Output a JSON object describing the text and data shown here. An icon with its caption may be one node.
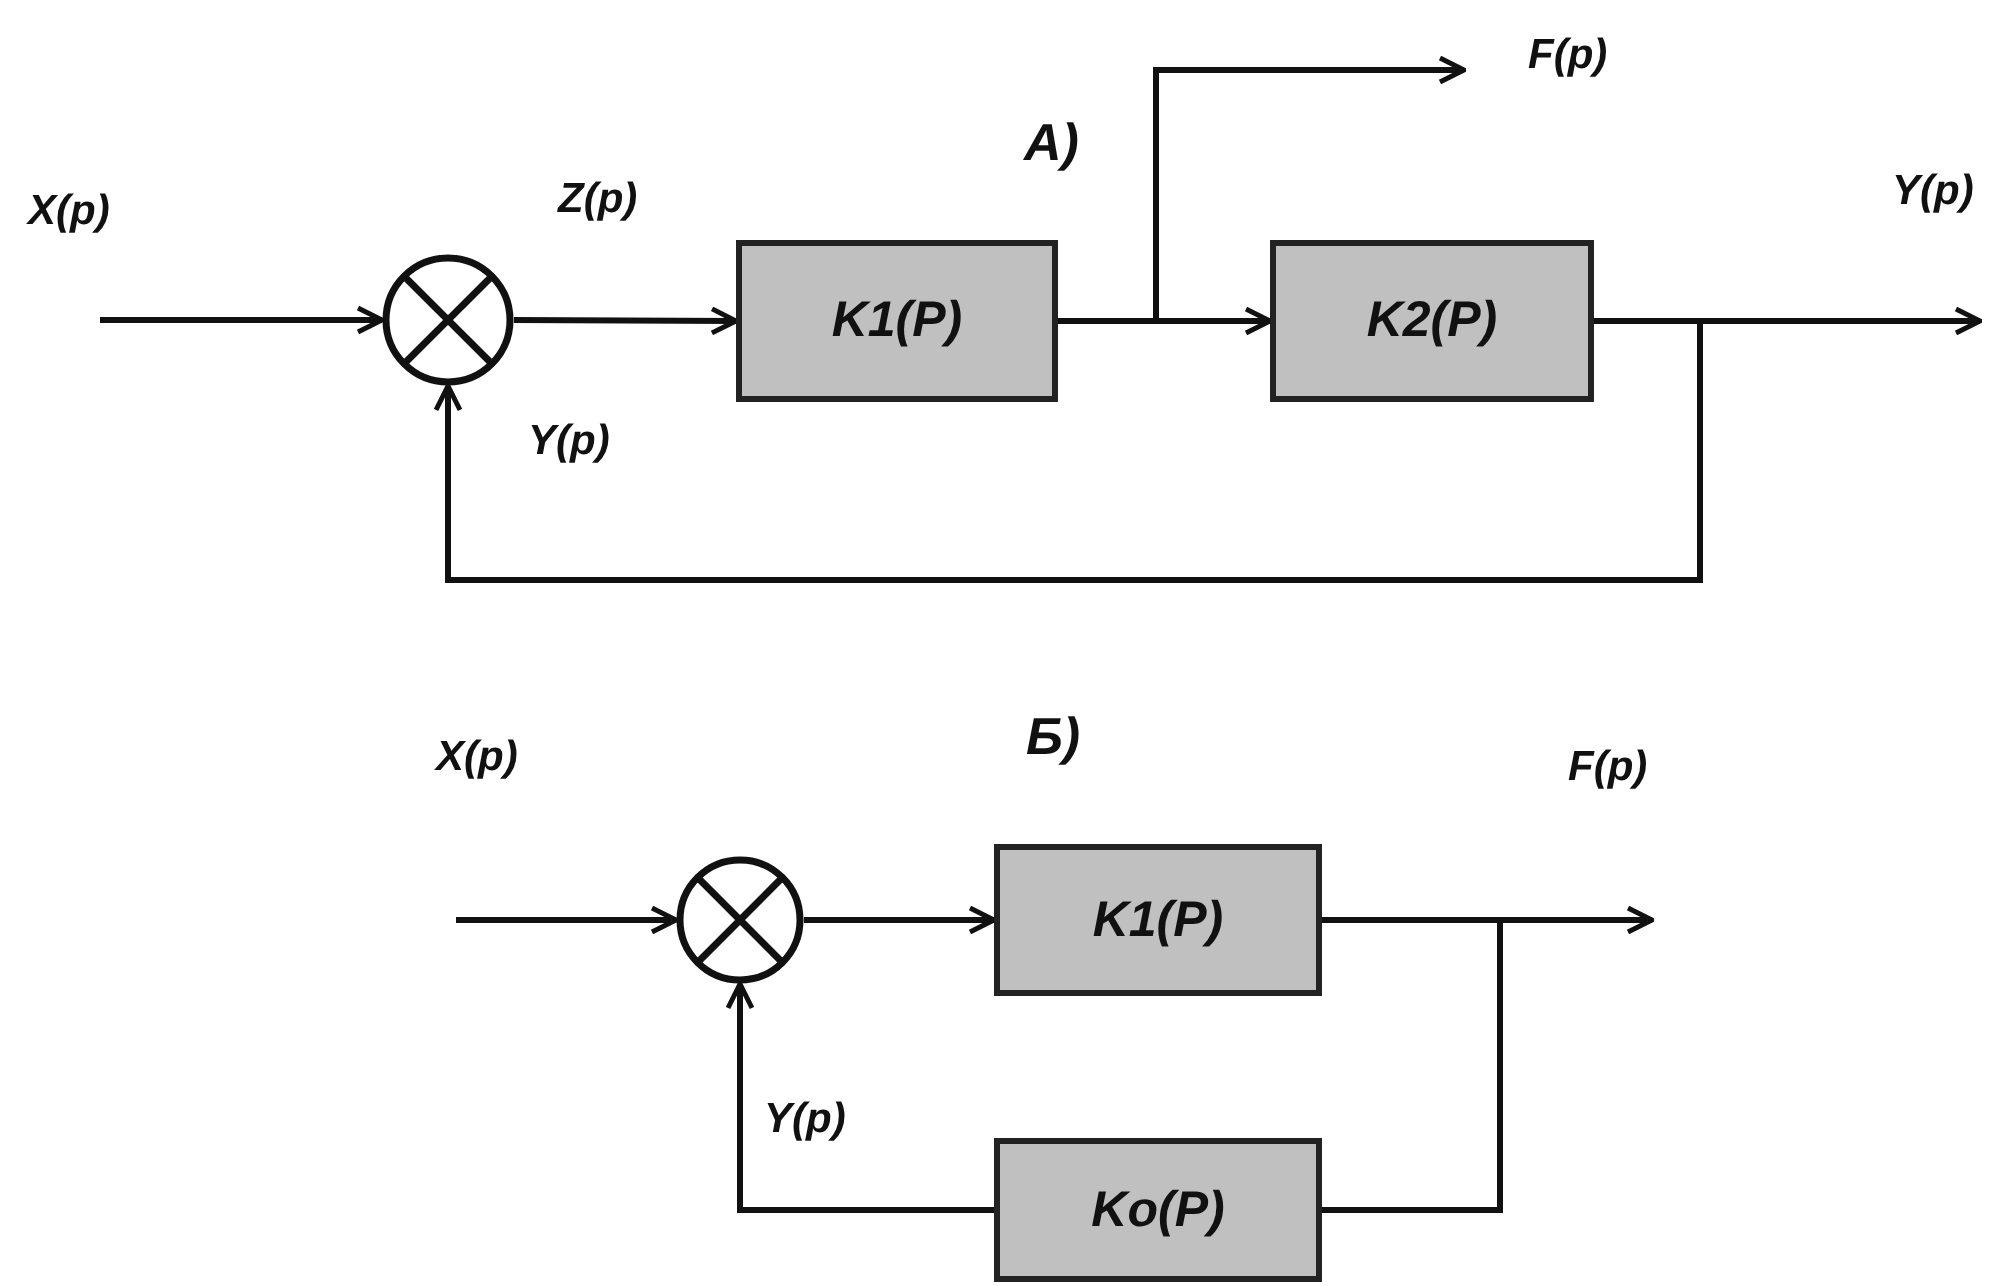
{
  "diagram": {
    "nodes": [
      {
        "text": [],
        "shape": "circle"
      },
      {
        "text": [
          "K1(P)"
        ]
      },
      {
        "text": [
          "K2(P)"
        ]
      },
      {
        "text": [],
        "shape": "circle"
      },
      {
        "text": [
          "K1(P)"
        ]
      },
      {
        "text": [
          "Ko(P)"
        ]
      }
    ],
    "edges": [
      {
        "from": null,
        "to": 0,
        "arrow": "to"
      },
      {
        "from": 0,
        "to": 1,
        "arrow": "to"
      },
      {
        "from": 1,
        "to": 2,
        "arrow": "to"
      },
      {
        "from": 1,
        "to": null,
        "arrow": "to"
      },
      {
        "from": 2,
        "to": null,
        "arrow": "to"
      },
      {
        "from": 2,
        "to": 0,
        "arrow": "to"
      },
      {
        "from": null,
        "to": 3,
        "arrow": "to"
      },
      {
        "from": 3,
        "to": 4,
        "arrow": "to"
      },
      {
        "from": 4,
        "to": null,
        "arrow": "to"
      },
      {
        "from": 4,
        "to": 5,
        "arrow": "none"
      },
      {
        "from": 5,
        "to": 3,
        "arrow": "to"
      }
    ],
    "labels": [
      "F(p)",
      "A)",
      "X(p)",
      "Z(p)",
      "Y(p)",
      "Y(p)",
      "X(p)",
      "Б)",
      "F(p)",
      "Y(p)"
    ]
  }
}
